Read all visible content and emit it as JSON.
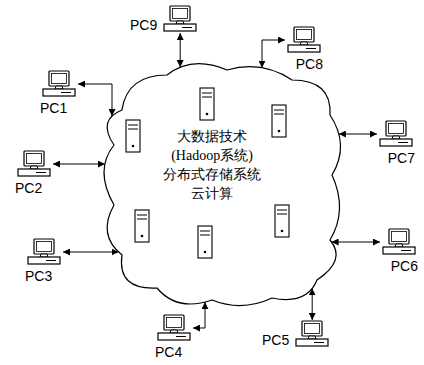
{
  "diagram": {
    "nodes": [
      {
        "text": [
          "大数据技术 (Hadoop系统) 分布式存储系统 云计算"
        ]
      },
      {
        "text": [
          "PC1"
        ]
      },
      {
        "text": [
          "PC2"
        ]
      },
      {
        "text": [
          "PC3"
        ]
      },
      {
        "text": [
          "PC4"
        ]
      },
      {
        "text": [
          "PC5"
        ]
      },
      {
        "text": [
          "PC6"
        ]
      },
      {
        "text": [
          "PC7"
        ]
      },
      {
        "text": [
          "PC8"
        ]
      },
      {
        "text": [
          "PC9"
        ]
      }
    ],
    "edges": [
      {
        "from": 1,
        "to": 0,
        "arrow": "both"
      },
      {
        "from": 2,
        "to": 0,
        "arrow": "both"
      },
      {
        "from": 3,
        "to": 0,
        "arrow": "both"
      },
      {
        "from": 4,
        "to": 0,
        "arrow": "both"
      },
      {
        "from": 5,
        "to": 0,
        "arrow": "both"
      },
      {
        "from": 6,
        "to": 0,
        "arrow": "both"
      },
      {
        "from": 7,
        "to": 0,
        "arrow": "both"
      },
      {
        "from": 8,
        "to": 0,
        "arrow": "both"
      },
      {
        "from": 9,
        "to": 0,
        "arrow": "both"
      }
    ]
  }
}
